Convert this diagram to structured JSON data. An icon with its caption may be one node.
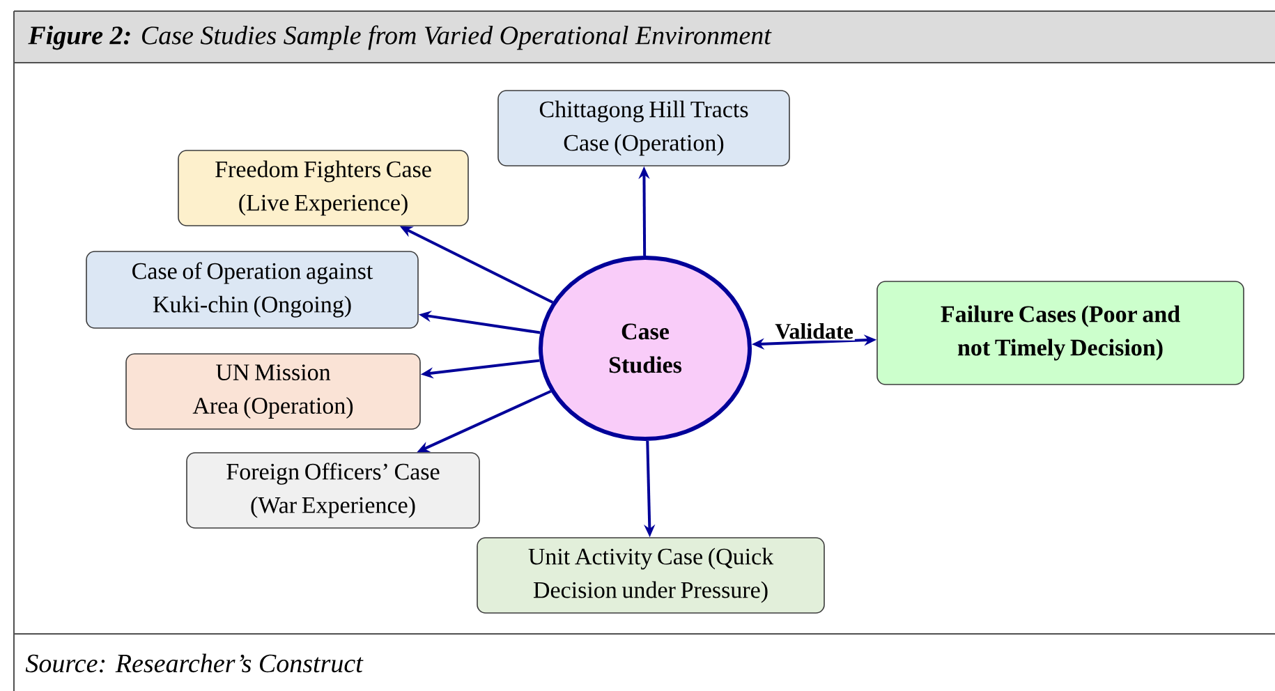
{
  "diagram": {
    "title": "**Figure 2:** Case Studies Sample from Varied Operational Environment",
    "caption": "Source: Researcher’s Construct",
    "nodes": [
      {
        "text": [
          "Case Studies"
        ]
      },
      {
        "text": [
          "Chittagong Hill Tracts Case (Operation)"
        ]
      },
      {
        "text": [
          "Freedom Fighters Case (Live Experience)"
        ]
      },
      {
        "text": [
          "Case of Operation against Kuki-chin (Ongoing)"
        ]
      },
      {
        "text": [
          "UN Mission Area (Operation)"
        ]
      },
      {
        "text": [
          "Foreign Officers’ Case (War Experience)"
        ]
      },
      {
        "text": [
          "Unit Activity Case (Quick Decision under Pressure)"
        ]
      },
      {
        "text": [
          "Failure Cases (Poor and not Timely Decision)"
        ]
      }
    ],
    "edges": [
      {
        "from": 0,
        "to": 1,
        "arrow": "to"
      },
      {
        "from": 0,
        "to": 2,
        "arrow": "to"
      },
      {
        "from": 0,
        "to": 3,
        "arrow": "to"
      },
      {
        "from": 0,
        "to": 4,
        "arrow": "to"
      },
      {
        "from": 0,
        "to": 5,
        "arrow": "to"
      },
      {
        "from": 0,
        "to": 6,
        "arrow": "to"
      },
      {
        "from": 0,
        "to": 7,
        "arrow": "both",
        "label": "Validate"
      }
    ]
  }
}
